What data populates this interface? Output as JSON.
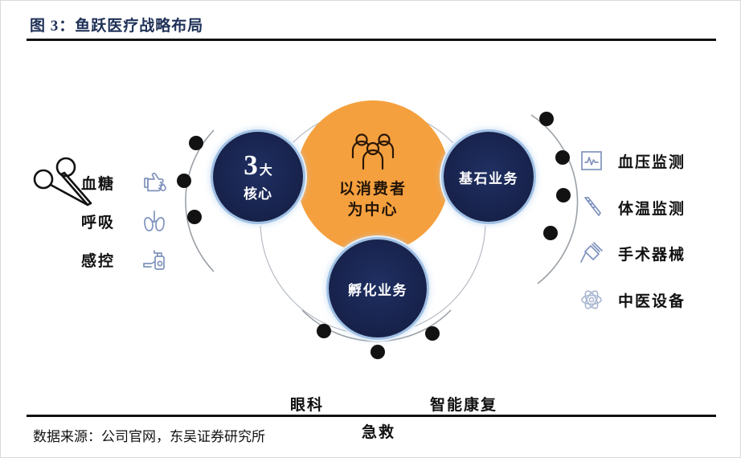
{
  "figure": {
    "title": "图 3：鱼跃医疗战略布局",
    "source": "数据来源：公司官网，东吴证券研究所"
  },
  "colors": {
    "navy": "#18234d",
    "orange": "#f5a03e",
    "title_navy": "#1f3158",
    "icon_blue": "#7f93bd",
    "arc_gray": "#9aa0a6",
    "dot_black": "#121212"
  },
  "center": {
    "icon": "people-group-icon",
    "line1": "以消费者",
    "line2": "为中心"
  },
  "nodes": {
    "core": {
      "number": "3",
      "unit": "大",
      "line2": "核心"
    },
    "cornerstone": {
      "label": "基石业务"
    },
    "incubation": {
      "label": "孵化业务"
    }
  },
  "left_items": [
    {
      "label": "血糖",
      "icon": "blood-drop-finger-icon"
    },
    {
      "label": "呼吸",
      "icon": "lungs-icon"
    },
    {
      "label": "感控",
      "icon": "hand-sanitizer-icon"
    }
  ],
  "right_items": [
    {
      "label": "血压监测",
      "icon": "waveform-monitor-icon"
    },
    {
      "label": "体温监测",
      "icon": "thermometer-icon"
    },
    {
      "label": "手术器械",
      "icon": "syringe-icon"
    },
    {
      "label": "中医设备",
      "icon": "atom-icon"
    }
  ],
  "bottom_items": [
    {
      "label": "眼科"
    },
    {
      "label": "急救"
    },
    {
      "label": "智能康复"
    }
  ],
  "decorative": {
    "forceps_icon": "forceps-icon"
  }
}
